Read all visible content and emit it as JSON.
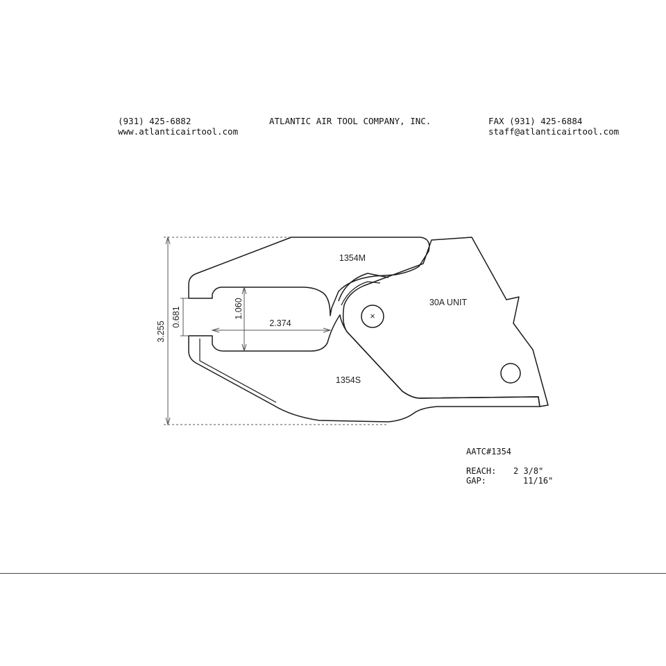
{
  "header": {
    "phone": "(931) 425-6882",
    "website": "www.atlanticairtool.com",
    "company": "ATLANTIC AIR TOOL COMPANY, INC.",
    "fax": "FAX (931) 425-6884",
    "email": "staff@atlanticairtool.com"
  },
  "drawing": {
    "upper_part": "1354M",
    "lower_part": "1354S",
    "unit": "30A UNIT",
    "pivot_mark": "×",
    "dim_overall_height": "3.255",
    "dim_gap": "0.681",
    "dim_jaw_height": "1.060",
    "dim_reach": "2.374"
  },
  "specs": {
    "model": "AATC#1354",
    "reach_label": "REACH:",
    "reach_value": "2 3/8\"",
    "gap_label": "GAP:",
    "gap_value": "11/16\""
  }
}
